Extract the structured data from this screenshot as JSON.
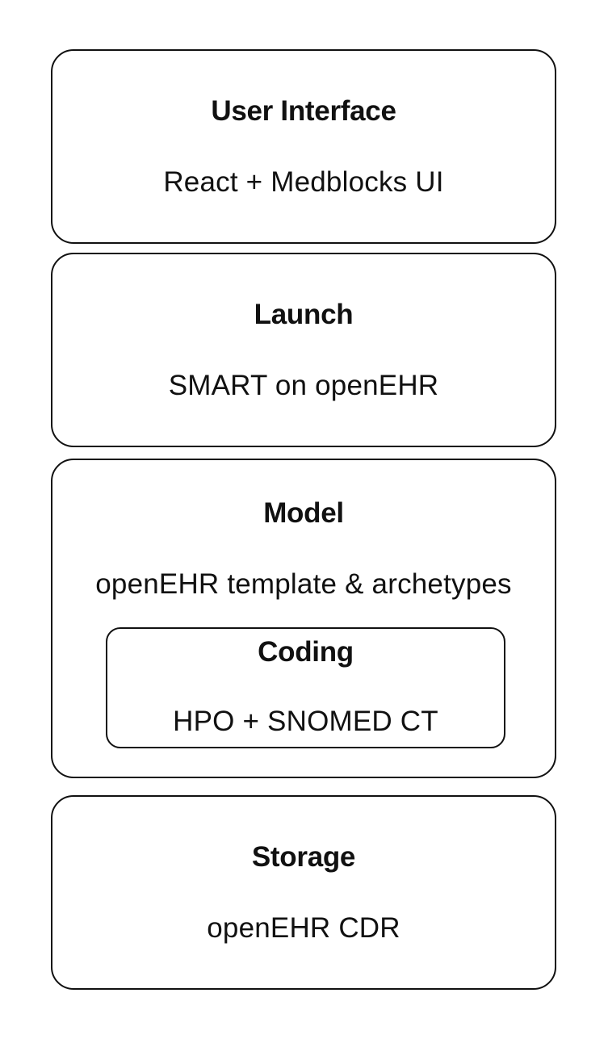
{
  "layers": {
    "user_interface": {
      "title": "User Interface",
      "subtitle": "React + Medblocks UI"
    },
    "launch": {
      "title": "Launch",
      "subtitle": "SMART on openEHR"
    },
    "model": {
      "title": "Model",
      "subtitle": "openEHR template & archetypes",
      "coding": {
        "title": "Coding",
        "subtitle": "HPO + SNOMED CT"
      }
    },
    "storage": {
      "title": "Storage",
      "subtitle": "openEHR CDR"
    }
  }
}
